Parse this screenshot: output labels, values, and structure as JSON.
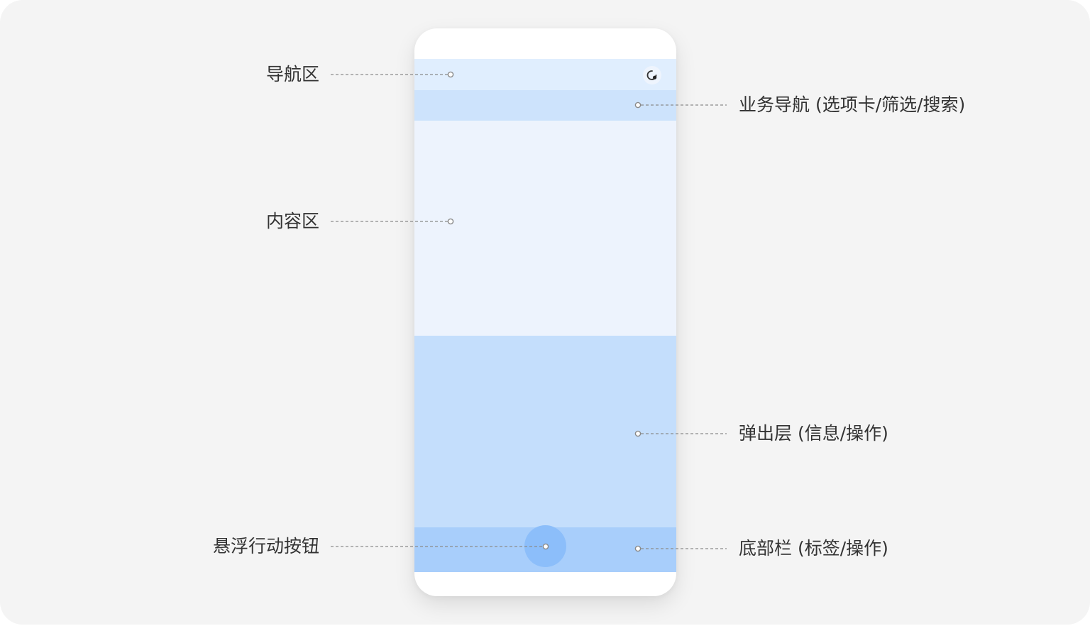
{
  "colors": {
    "background": "#f4f4f4",
    "phone": "#ffffff",
    "nav_area": "#e0eefe",
    "business_nav": "#cde3fc",
    "content_area": "#edf3fd",
    "popup_layer": "#c4defc",
    "bottom_bar": "#a8cefb",
    "fab": "#8cbefa",
    "leader_line": "#8a8a8a"
  },
  "icons": {
    "nav_action": "more-circle-icon"
  },
  "labels": {
    "nav_area": "导航区",
    "content_area": "内容区",
    "fab": "悬浮行动按钮",
    "business_nav": "业务导航 (选项卡/筛选/搜索)",
    "popup_layer": "弹出层 (信息/操作)",
    "bottom_bar": "底部栏 (标签/操作)"
  }
}
